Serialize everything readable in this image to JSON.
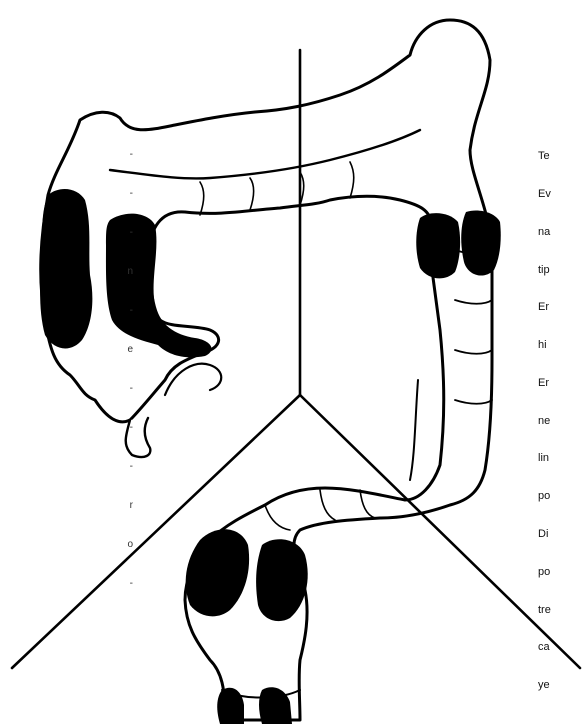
{
  "figure": {
    "lines": {
      "fill": "#ffffff",
      "stroke": "#000000",
      "lesion": "#000000"
    }
  },
  "left_text": {
    "lines": [
      "-",
      "-",
      "-",
      "n",
      "-",
      "e",
      "-",
      "-",
      "-",
      "r",
      "o",
      "-"
    ]
  },
  "right_text": {
    "lines": [
      "Te",
      "Ev",
      "na",
      "tip",
      "Er",
      "hi",
      "Er",
      "ne",
      "lin",
      "po",
      "Di",
      "po",
      "tre",
      "ca",
      "ye"
    ]
  }
}
